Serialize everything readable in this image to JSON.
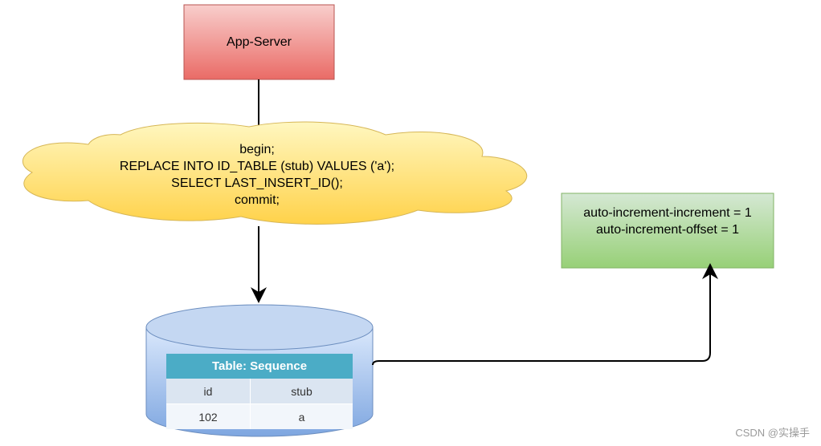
{
  "nodes": {
    "app_server": {
      "label": "App-Server"
    },
    "sql_cloud": {
      "lines": [
        "begin;",
        "REPLACE INTO ID_TABLE (stub) VALUES ('a');",
        "SELECT LAST_INSERT_ID();",
        "commit;"
      ]
    },
    "config_box": {
      "lines": [
        "auto-increment-increment = 1",
        "auto-increment-offset = 1"
      ]
    },
    "database": {
      "table_title": "Table: Sequence",
      "columns": [
        "id",
        "stub"
      ],
      "row": [
        "102",
        "a"
      ]
    }
  },
  "colors": {
    "app_server_fill": "#f0a0a0",
    "cloud_fill": "#fff2a0",
    "config_fill": "#b8e0a0",
    "db_fill": "#a9c4eb",
    "table_header": "#4bacc6"
  },
  "watermark": "CSDN @实操手"
}
